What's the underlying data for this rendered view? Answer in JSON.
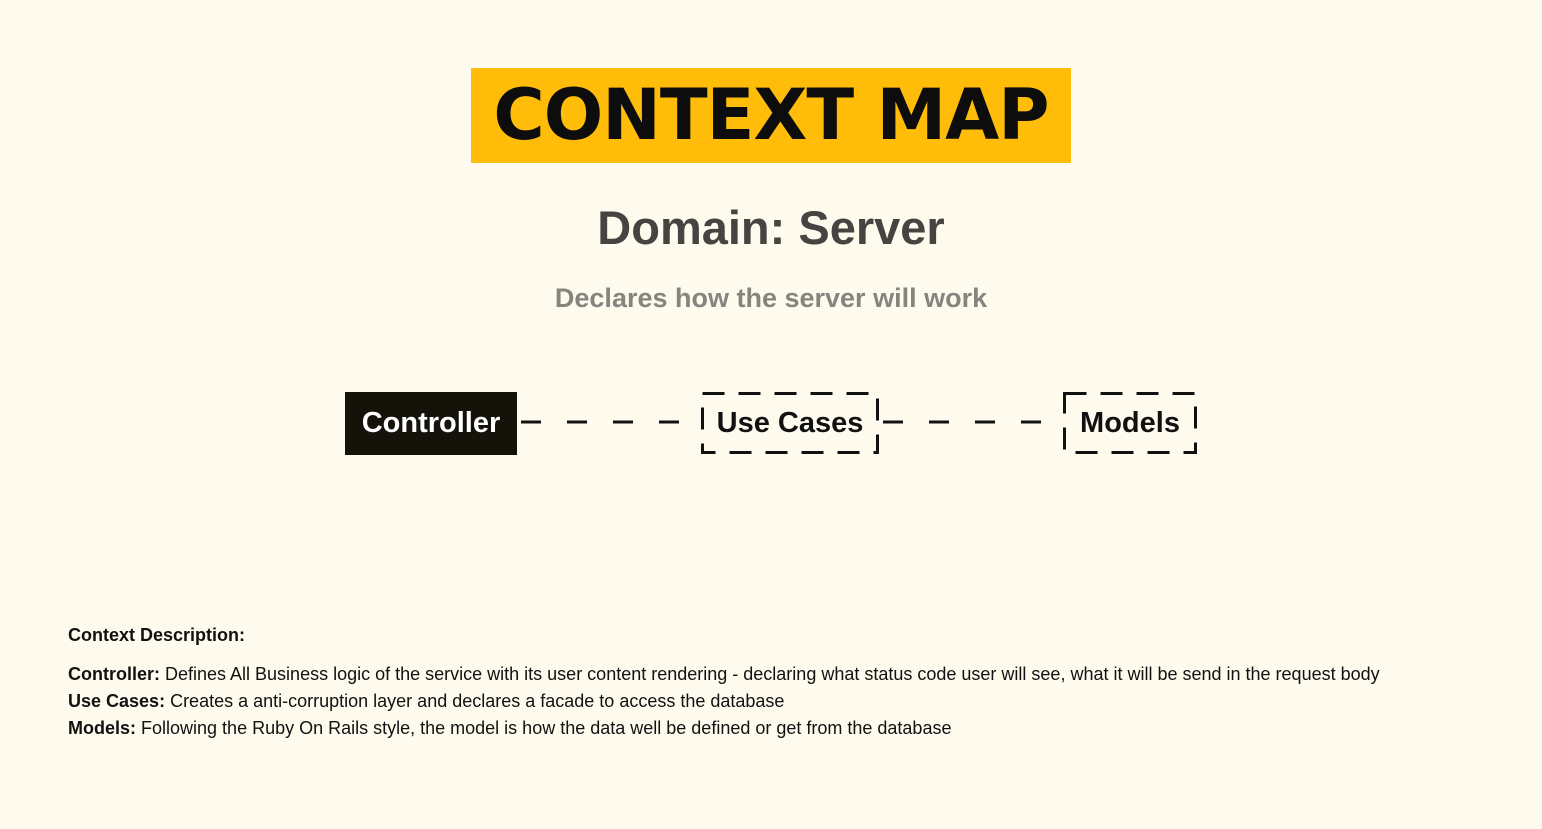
{
  "header": {
    "title": "CONTEXT MAP",
    "domain_title": "Domain: Server",
    "subtitle": "Declares how the server will work"
  },
  "diagram": {
    "nodes": [
      {
        "id": "controller",
        "label": "Controller",
        "style": "solid"
      },
      {
        "id": "use-cases",
        "label": "Use Cases",
        "style": "dashed"
      },
      {
        "id": "models",
        "label": "Models",
        "style": "dashed"
      }
    ],
    "edges": [
      {
        "from": "controller",
        "to": "use-cases",
        "style": "dashed"
      },
      {
        "from": "use-cases",
        "to": "models",
        "style": "dashed"
      }
    ]
  },
  "description": {
    "heading": "Context Description:",
    "items": [
      {
        "term": "Controller:",
        "text": " Defines All Business logic of the service with its user content rendering - declaring what status code user will see, what it will be send in the request body"
      },
      {
        "term": "Use Cases:",
        "text": " Creates a anti-corruption layer and declares a facade to access the database"
      },
      {
        "term": "Models:",
        "text": " Following the Ruby On Rails style, the model is how the data well be defined or get from the database"
      }
    ]
  },
  "colors": {
    "background": "#fefbee",
    "title_highlight": "#ffbd0a",
    "node_solid": "#15120a",
    "domain_title": "#454440",
    "subtitle": "#85857f"
  }
}
